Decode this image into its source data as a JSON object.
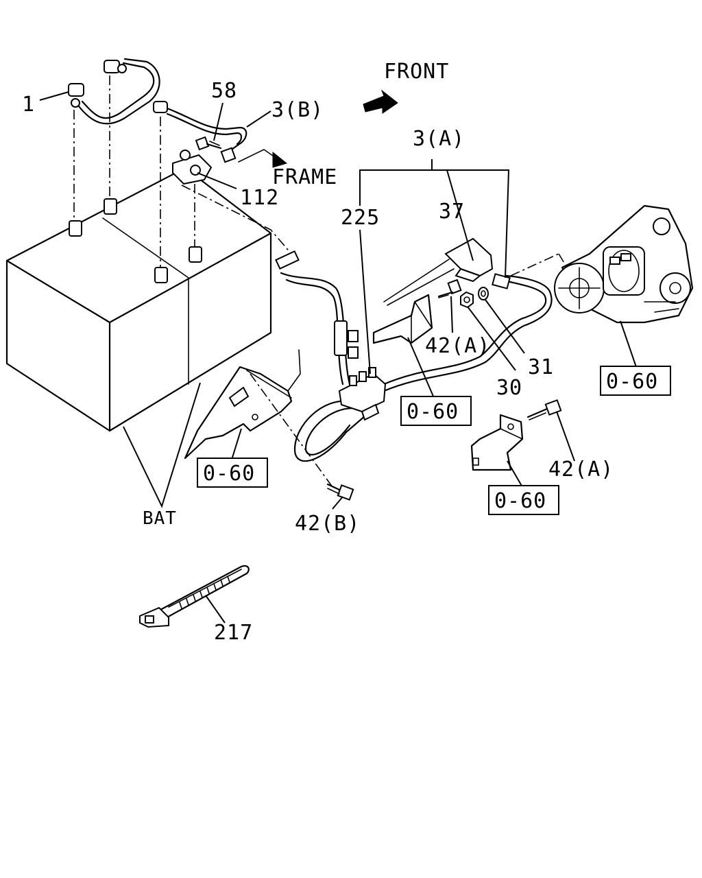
{
  "orientation": {
    "front_label": "FRONT",
    "frame_label": "FRAME"
  },
  "callouts": {
    "c1": "1",
    "c58": "58",
    "c3b": "3(B)",
    "c112": "112",
    "c3a": "3(A)",
    "c225": "225",
    "c37": "37",
    "c42a_top": "42(A)",
    "c30": "30",
    "c31": "31",
    "c42a_right": "42(A)",
    "c42b": "42(B)",
    "cbat": "BAT",
    "c217": "217"
  },
  "references": {
    "ref_left": "0-60",
    "ref_center": "0-60",
    "ref_starter": "0-60",
    "ref_bracket": "0-60"
  }
}
